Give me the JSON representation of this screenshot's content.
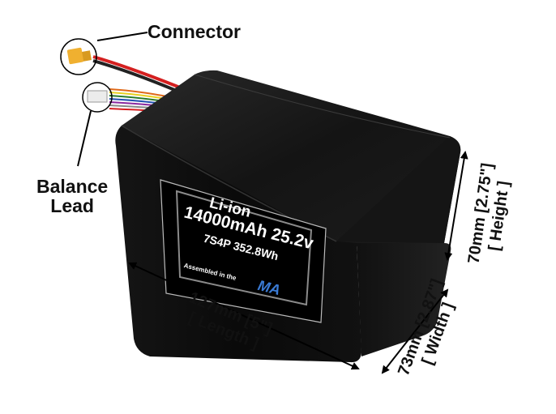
{
  "callouts": {
    "connector": "Connector",
    "balance_line1": "Balance",
    "balance_line2": "Lead"
  },
  "label": {
    "chemistry": "Li-ion",
    "capacity_voltage": "14000mAh 25.2v",
    "config_energy": "7S4P 352.8Wh",
    "assembled": "Assembled in the",
    "logo": "MA"
  },
  "dimensions": {
    "length_value": "127mm [5\"]",
    "length_name": "[ Length ]",
    "width_value": "73mm [2.87\"]",
    "width_name": "[ Width ]",
    "height_value": "70mm [2.75\"]",
    "height_name": "[ Height ]"
  },
  "colors": {
    "battery_body": "#0b0b0b",
    "connector": "#f0b030",
    "label_border": "#9a9a9a",
    "logo_blue": "#3a7bd5"
  }
}
